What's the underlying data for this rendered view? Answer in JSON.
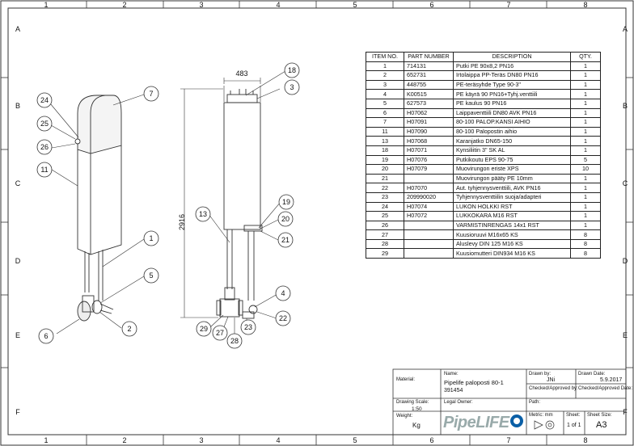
{
  "zones": {
    "columns": [
      "1",
      "2",
      "3",
      "4",
      "5",
      "6",
      "7",
      "8"
    ],
    "rows": [
      "A",
      "B",
      "C",
      "D",
      "E",
      "F"
    ]
  },
  "bom": {
    "headers": [
      "ITEM NO.",
      "PART NUMBER",
      "DESCRIPTION",
      "QTY."
    ],
    "rows": [
      [
        "1",
        "714131",
        "Putki PE 90x8,2 PN16",
        "1"
      ],
      [
        "2",
        "652731",
        "Irtolaippa PP-Teräs DN80 PN16",
        "1"
      ],
      [
        "3",
        "448755",
        "PE-teräsyhde Type 90-3\"",
        "1"
      ],
      [
        "4",
        "K00515",
        "PE käyrä 90 PN16+Tyhj.venttiili",
        "1"
      ],
      [
        "5",
        "627573",
        "PE kaulus 90 PN16",
        "1"
      ],
      [
        "6",
        "H07062",
        "Laippaventtiili DN80 AVK PN16",
        "1"
      ],
      [
        "7",
        "H07091",
        "80-100 PALOP.KANSI AIHIO",
        "1"
      ],
      [
        "11",
        "H07090",
        "80-100 Palopostin aihio",
        "1"
      ],
      [
        "13",
        "H07068",
        "Karanjatko DN65-150",
        "1"
      ],
      [
        "18",
        "H07071",
        "Kynsiliitin 3\" SK AL",
        "1"
      ],
      [
        "19",
        "H07076",
        "Putkikoutu EPS 90-75",
        "5"
      ],
      [
        "20",
        "H07079",
        "Muovirungon eriste XPS",
        "10"
      ],
      [
        "21",
        "",
        "Muovirungon pääty PE 10mm",
        "1"
      ],
      [
        "22",
        "H07070",
        "Aut. tyhjennysventtiili, AVK PN16",
        "1"
      ],
      [
        "23",
        "209990020",
        "Tyhjennysventtiilin suoja/adapteri",
        "1"
      ],
      [
        "24",
        "H07074",
        "LUKON HOLKKI RST",
        "1"
      ],
      [
        "25",
        "H07072",
        "LUKKOKARA M16 RST",
        "1"
      ],
      [
        "26",
        "",
        "VARMISTINRENGAS 14x1 RST",
        "1"
      ],
      [
        "27",
        "",
        "Kuusioruuvi M16x65 KS",
        "8"
      ],
      [
        "28",
        "",
        "Aluslevy DIN 125 M16 KS",
        "8"
      ],
      [
        "29",
        "",
        "Kuusiomutteri DIN934 M16 KS",
        "8"
      ]
    ]
  },
  "balloons": {
    "left": [
      "24",
      "25",
      "26",
      "11",
      "7",
      "1",
      "5",
      "6",
      "2"
    ],
    "right": [
      "18",
      "3",
      "13",
      "19",
      "20",
      "21",
      "4",
      "22",
      "29",
      "27",
      "28",
      "23"
    ]
  },
  "dimensions": {
    "width": "483",
    "height": "2916"
  },
  "title_block": {
    "material_label": "Material:",
    "name_label": "Name:",
    "name_value": "Pipelife paloposti 80-1",
    "name_code": "391454",
    "drawn_by_label": "Drawn by:",
    "drawn_by_value": "JNi",
    "drawn_date_label": "Drawn Date:",
    "drawn_date_value": "5.9.2017",
    "checked_label": "Checked/Approved by:",
    "checked_date_label": "Checked/Approved Date:",
    "scale_label": "Drawing Scale:",
    "scale_value": "1:50",
    "legal_owner_label": "Legal Owner:",
    "path_label": "Path:",
    "weight_label": "Weight:",
    "weight_value": "Kg",
    "metric_label": "Metric: mm",
    "sheet_label": "Sheet:",
    "sheet_value": "1 of 1",
    "sheet_size_label": "Sheet Size:",
    "sheet_size_value": "A3",
    "logo_text": "PipeLIFE"
  }
}
